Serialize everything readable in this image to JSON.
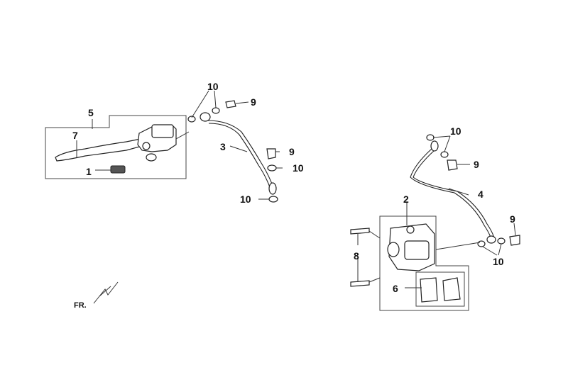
{
  "callouts": {
    "c1": "1",
    "c2": "2",
    "c3": "3",
    "c4": "4",
    "c5": "5",
    "c6": "6",
    "c7": "7",
    "c8": "8",
    "c9a": "9",
    "c9b": "9",
    "c9c": "9",
    "c9d": "9",
    "c10a": "10",
    "c10b": "10",
    "c10c": "10",
    "c10d": "10",
    "c10e": "10"
  },
  "direction": {
    "label": "FR."
  }
}
